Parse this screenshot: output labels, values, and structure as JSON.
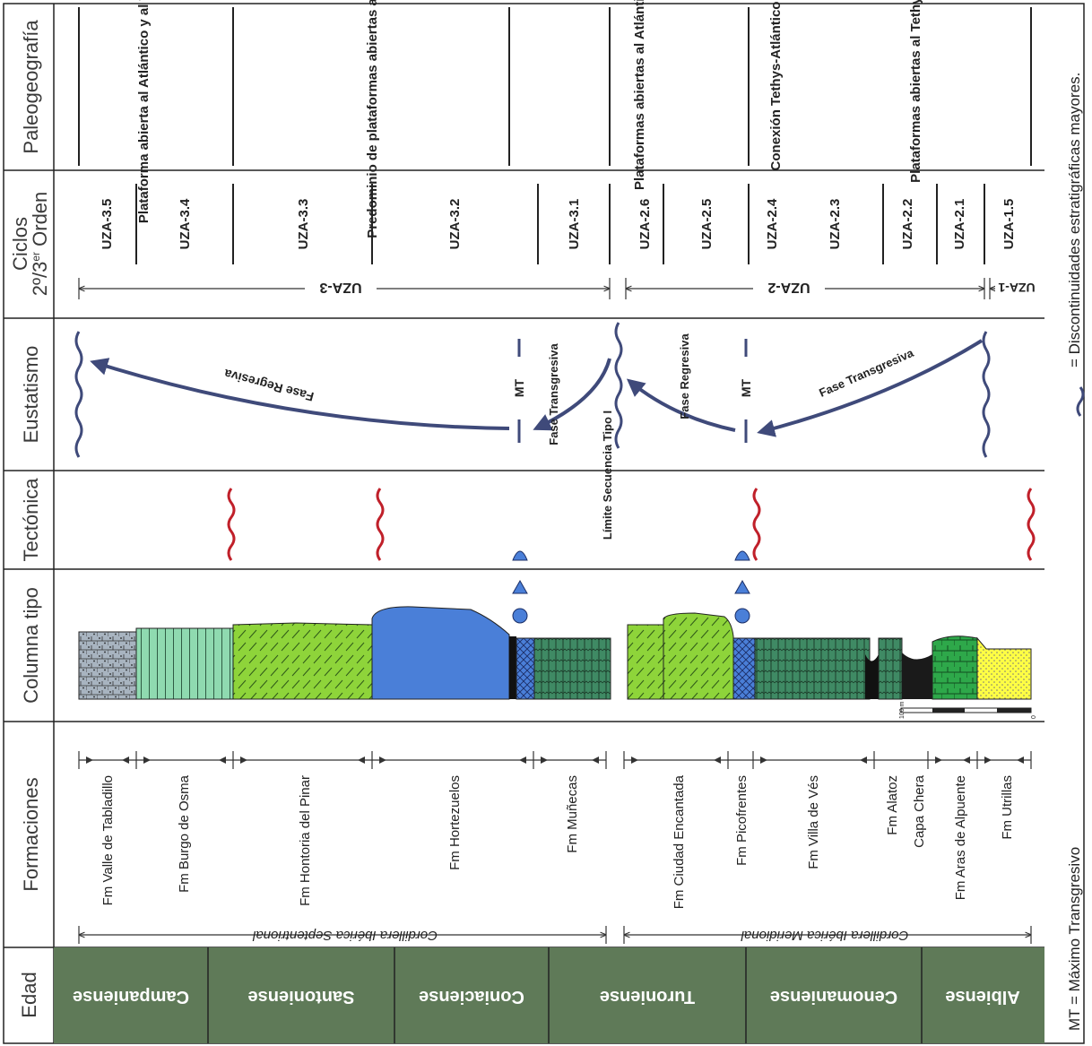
{
  "headers": {
    "edad": "Edad",
    "formaciones": "Formaciones",
    "columna": "Columna tipo",
    "tectonica": "Tectónica",
    "eustatismo": "Eustatismo",
    "ciclos_l1": "Ciclos",
    "ciclos_l2": "2º/3",
    "ciclos_sup": "er",
    "ciclos_l3": " Orden",
    "paleo": "Paleogeografía"
  },
  "ages": [
    "Campaniense",
    "Santoniense",
    "Coniaciense",
    "Turoniense",
    "Cenomaniense",
    "Albiense"
  ],
  "regions": {
    "north": "Cordillera Ibérica Septentrional",
    "south": "Cordillera Ibérica Meridional"
  },
  "formations": [
    "Fm Valle de Tabladillo",
    "Fm Burgo de Osma",
    "Fm Hontoria del Pinar",
    "Fm Hortezuelos",
    "Fm Muñecas",
    "Fm Ciudad Encantada",
    "Fm Picofrentes",
    "Fm Villa de Vés",
    "Fm Alatoz",
    "Capa Chera",
    "Fm Aras de Alpuente",
    "Fm Utrillas"
  ],
  "scale": {
    "top": "100 m",
    "bottom": "0"
  },
  "eustasy": {
    "regresiva_upper": "Fase Regresiva",
    "transgresiva_upper": "Fase Transgresiva",
    "limit": "Límite Secuencia Tipo I",
    "regresiva_lower": "Fase Regresiva",
    "transgresiva_lower": "Fase Transgresiva",
    "mt": "MT"
  },
  "cycles": {
    "major": [
      "UZA-3",
      "UZA-2",
      "UZA-1"
    ],
    "minor": [
      "UZA-3.5",
      "UZA-3.4",
      "UZA-3.3",
      "UZA-3.2",
      "UZA-3.1",
      "UZA-2.6",
      "UZA-2.5",
      "UZA-2.4",
      "UZA-2.3",
      "UZA-2.2",
      "UZA-2.1",
      "UZA-1.5"
    ]
  },
  "paleo": [
    "Plataforma abierta al Atlántico y al Thethys",
    "Predominio de plataformas abiertas al Atlántico",
    "Plataformas abiertas al Atlántico",
    "Conexión Tethys-Atlántico",
    "Plataformas abiertas al Tethys"
  ],
  "legend": {
    "mt": "MT = Máximo Transgresivo",
    "disc": "= Discontinuidades estratigráficas mayores."
  },
  "icons": [
    "ammonite-icon",
    "gastropod-icon",
    "bivalve-icon",
    "wavy-discontinuity-icon",
    "wavy-tectonic-icon"
  ],
  "colors": {
    "age_band": "#5f7a58",
    "eustasy_arrow": "#3f4a7a",
    "tectonic_wave": "#c0202a",
    "blue_unit": "#4a7fd8",
    "light_green": "#8ed43a",
    "dark_green": "#3b7a5c",
    "sand_yellow": "#ffff44"
  }
}
